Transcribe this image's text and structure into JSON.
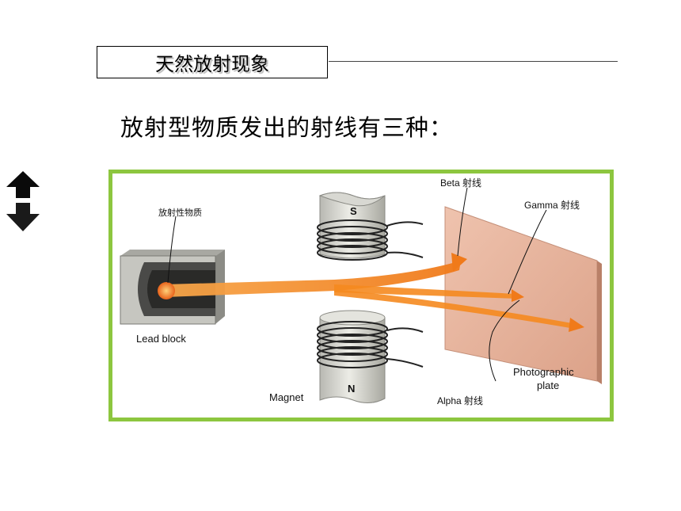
{
  "slide": {
    "title": "天然放射现象",
    "subtitle": "放射型物质发出的射线有三种："
  },
  "diagram": {
    "labels": {
      "radioactive_substance": "放射性物质",
      "lead_block": "Lead block",
      "magnet": "Magnet",
      "pole_s": "S",
      "pole_n": "N",
      "beta": "Beta 射线",
      "gamma": "Gamma 射线",
      "alpha": "Alpha 射线",
      "plate_line1": "Photographic",
      "plate_line2": "plate"
    },
    "colors": {
      "frame": "#8dc63f",
      "beam": "#f58a1f",
      "plate": "#e8b49e"
    }
  }
}
